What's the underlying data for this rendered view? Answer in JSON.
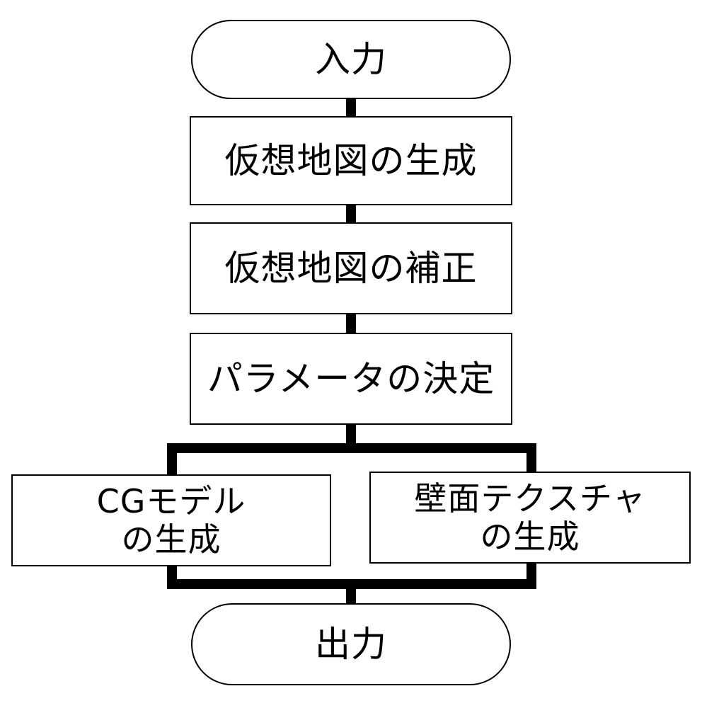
{
  "flowchart": {
    "start": "入力",
    "steps": [
      "仮想地図の生成",
      "仮想地図の補正",
      "パラメータの決定"
    ],
    "branches": [
      {
        "line1": "CGモデル",
        "line2": "の生成"
      },
      {
        "line1": "壁面テクスチャ",
        "line2": "の生成"
      }
    ],
    "end": "出力"
  }
}
